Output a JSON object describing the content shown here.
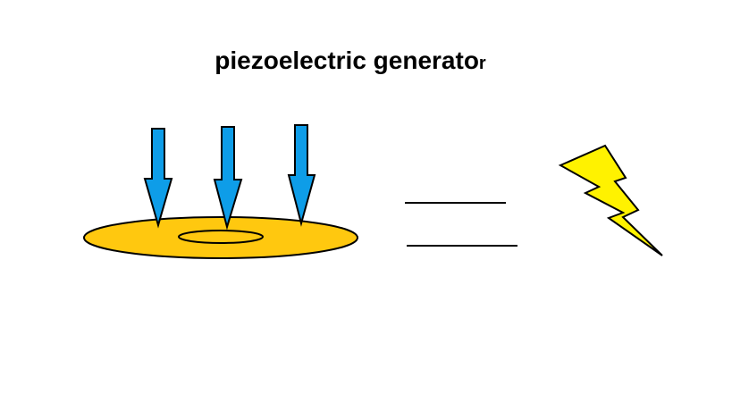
{
  "title": {
    "main": "piezoelectric generato",
    "end": "r"
  },
  "colors": {
    "disc": "#FFC80F",
    "arrow": "#0E9DE8",
    "bolt": "#FFF200",
    "outline": "#000000"
  },
  "diagram": {
    "pressure_arrows": 3,
    "equals_sign": true,
    "lightning_bolt": true
  }
}
